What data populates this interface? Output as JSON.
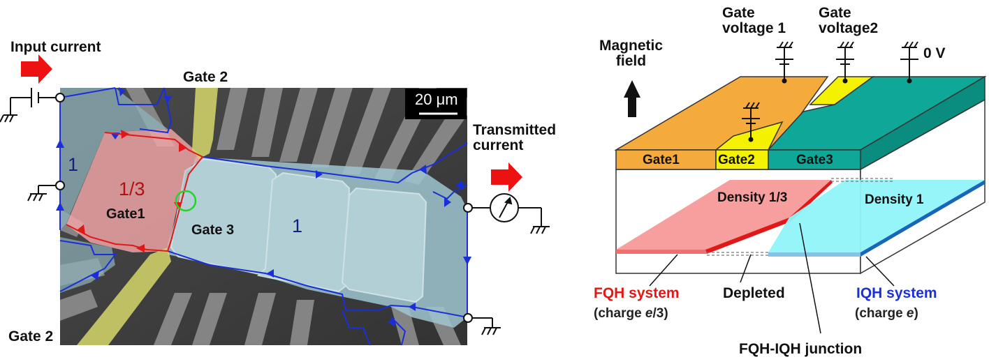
{
  "left_panel": {
    "input_current": "Input current",
    "transmitted_current": "Transmitted\ncurrent",
    "gate2_top": "Gate 2",
    "gate2_bottom": "Gate 2",
    "scale_bar": "20 μm",
    "region_filling_left": "1",
    "region_filling_fqh": "1/3",
    "region_filling_right": "1",
    "gate1_label": "Gate1",
    "gate3_label": "Gate 3"
  },
  "right_panel": {
    "magnetic_field": "Magnetic\nfield",
    "gate_voltage_1": "Gate\nvoltage 1",
    "gate_voltage_2": "Gate\nvoltage2",
    "zero_volt": "0 V",
    "gate1": "Gate1",
    "gate2": "Gate2",
    "gate3": "Gate3",
    "density_13": "Density 1/3",
    "density_1": "Density 1",
    "fqh_system": "FQH system",
    "fqh_charge_prefix": "(charge ",
    "fqh_charge_e": "e",
    "fqh_charge_suffix": "/3)",
    "depleted": "Depleted",
    "iqh_system": "IQH system",
    "iqh_charge_prefix": "(charge ",
    "iqh_charge_e": "e",
    "iqh_charge_suffix": ")",
    "junction": "FQH-IQH junction"
  },
  "colors": {
    "arrow_red": "#ee1111",
    "edge_blue": "#1a2fd8",
    "edge_red": "#e01818",
    "gate_orange": "#f5aa3c",
    "gate_yellow": "#f4f200",
    "gate_teal": "#0fa898",
    "fqh_pink": "#f79a9a",
    "iqh_cyan": "#8ff4f8"
  }
}
